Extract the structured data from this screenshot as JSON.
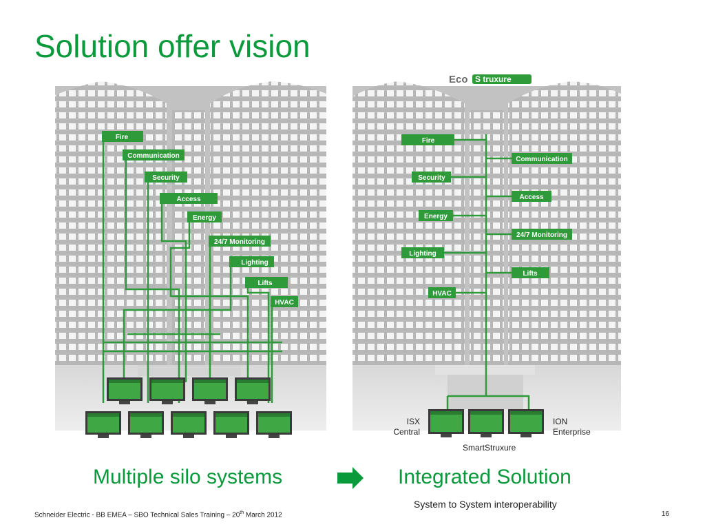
{
  "title": "Solution offer vision",
  "left_labels": [
    "Fire",
    "Communication",
    "Security",
    "Access",
    "Energy",
    "24/7 Monitoring",
    "Lighting",
    "Lifts",
    "HVAC"
  ],
  "right_labels": [
    "Fire",
    "Communication",
    "Security",
    "Access",
    "Energy",
    "24/7 Monitoring",
    "Lighting",
    "Lifts",
    "HVAC"
  ],
  "logo_text": "EcoStruxure",
  "isx_line1": "ISX",
  "isx_line2": "Central",
  "ion_line1": "ION",
  "ion_line2": "Enterprise",
  "smartstruxure": "SmartStruxure",
  "caption_left": "Multiple silo systems",
  "caption_right": "Integrated Solution",
  "subcaption": "System to System interoperability",
  "footer_text": "Schneider Electric - BB EMEA – SBO Technical Sales Training – 20",
  "footer_sup": "th",
  "footer_tail": " March 2012",
  "page_number": "16",
  "colors": {
    "accent": "#0a9a3c",
    "label_bg": "#2e9a3a",
    "line": "#2f9a3a",
    "building": "#b9b9b9"
  }
}
